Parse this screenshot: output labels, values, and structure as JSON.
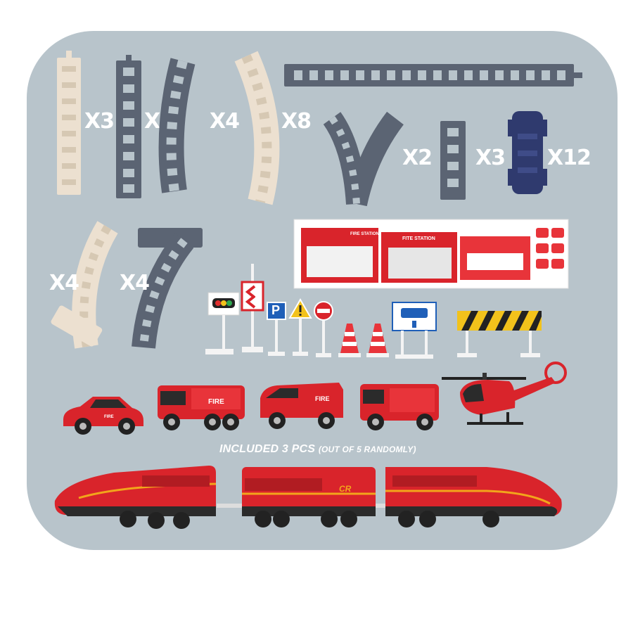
{
  "product": {
    "quantities": {
      "straight_cream": "X3",
      "straight_grey": "X2",
      "curve_grey": "X4",
      "curve_cream": "X8",
      "switch_track": "X2",
      "short_grey": "X3",
      "connector": "X12",
      "bend_cream": "X4",
      "bend_grey": "X4"
    },
    "caption": {
      "main": "INCLUDED 3 PCS",
      "note": "(OUT OF 5 RANDOMLY)"
    },
    "sticker_labels": {
      "left": "FIRE STATION",
      "middle": "FITE STATION"
    },
    "sign_letters": {
      "parking": "P"
    },
    "vehicle_text": {
      "fire": "FIRE",
      "train_badge": "CR"
    },
    "colors": {
      "background_panel": "#b8c4cb",
      "track_grey": "#5b6473",
      "track_cream": "#ece0d0",
      "toy_red": "#d9242b",
      "connector_blue": "#2f3a6e"
    }
  }
}
